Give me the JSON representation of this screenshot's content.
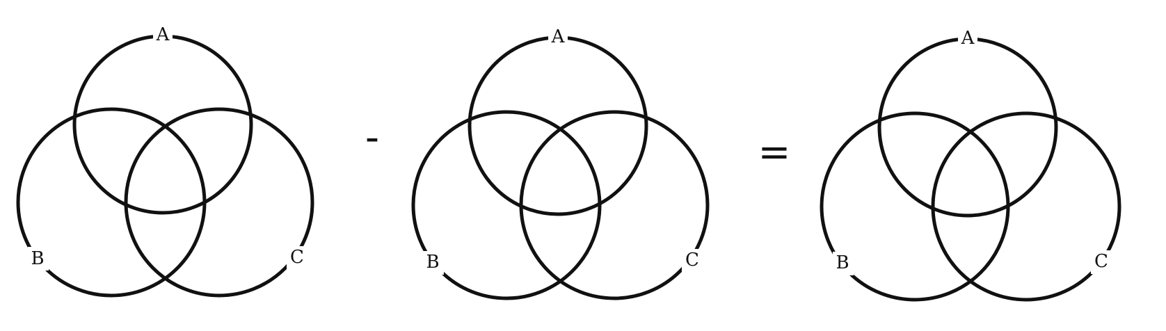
{
  "diagrams": [
    {
      "labels": {
        "a": "A",
        "b": "B",
        "c": "C"
      }
    },
    {
      "labels": {
        "a": "A",
        "b": "B",
        "c": "C"
      }
    },
    {
      "labels": {
        "a": "A",
        "b": "B",
        "c": "C"
      }
    }
  ],
  "operators": {
    "minus": "-",
    "equals": "="
  }
}
